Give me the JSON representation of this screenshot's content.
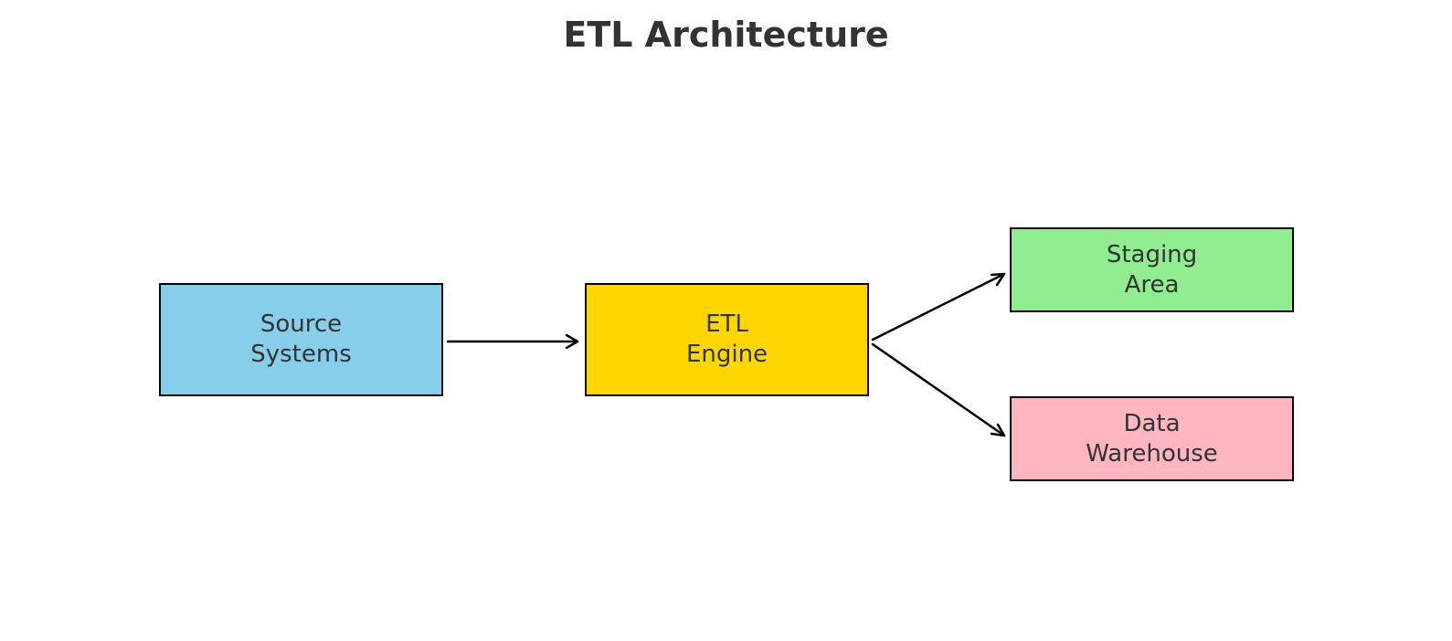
{
  "title": "ETL Architecture",
  "nodes": {
    "source": {
      "label": "Source\nSystems",
      "color": "#87CEEB"
    },
    "etl": {
      "label": "ETL\nEngine",
      "color": "#FFD700"
    },
    "staging": {
      "label": "Staging\nArea",
      "color": "#90EE90"
    },
    "warehouse": {
      "label": "Data\nWarehouse",
      "color": "#FFB6C1"
    }
  },
  "edges": [
    {
      "from": "source",
      "to": "etl"
    },
    {
      "from": "etl",
      "to": "staging"
    },
    {
      "from": "etl",
      "to": "warehouse"
    }
  ]
}
